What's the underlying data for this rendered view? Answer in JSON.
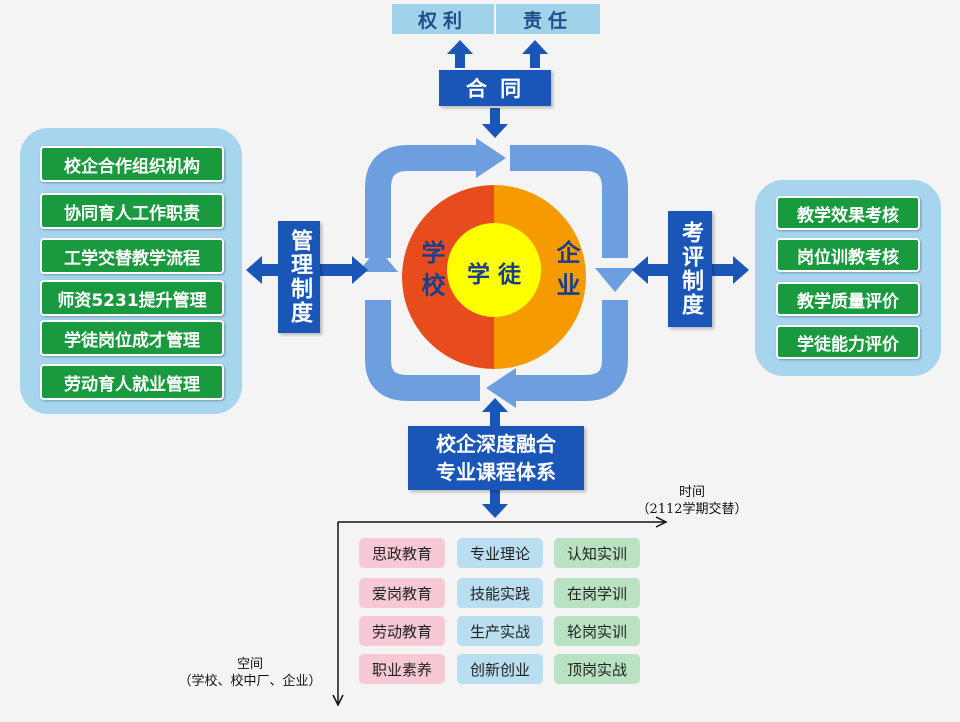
{
  "top_tabs": {
    "left": "权利",
    "right": "责任"
  },
  "contract_label": "合 同",
  "center": {
    "left": "学 校",
    "middle": "学 徒",
    "right": "企 业"
  },
  "management_label": "管理制度",
  "evaluation_label": "考评制度",
  "left_items": [
    "校企合作组织机构",
    "协同育人工作职责",
    "工学交替教学流程",
    "师资5231提升管理",
    "学徒岗位成才管理",
    "劳动育人就业管理"
  ],
  "right_items": [
    "教学效果考核",
    "岗位训教考核",
    "教学质量评价",
    "学徒能力评价"
  ],
  "bottom_box": {
    "line1": "校企深度融合",
    "line2": "专业课程体系"
  },
  "time_axis": {
    "line1": "时间",
    "line2": "（2112学期交替）"
  },
  "space_axis": {
    "line1": "空间",
    "line2": "（学校、校中厂、企业）"
  },
  "grid": {
    "col1": [
      "思政教育",
      "爱岗教育",
      "劳动教育",
      "职业素养"
    ],
    "col2": [
      "专业理论",
      "技能实践",
      "生产实战",
      "创新创业"
    ],
    "col3": [
      "认知实训",
      "在岗学训",
      "轮岗实训",
      "顶岗实战"
    ]
  },
  "colors": {
    "dark_blue": "#1a56b8",
    "light_blue": "#a7d5ee",
    "green": "#1a9a3e",
    "orange_red": "#e84c1d",
    "orange": "#f59b00",
    "yellow": "#ffff00"
  }
}
